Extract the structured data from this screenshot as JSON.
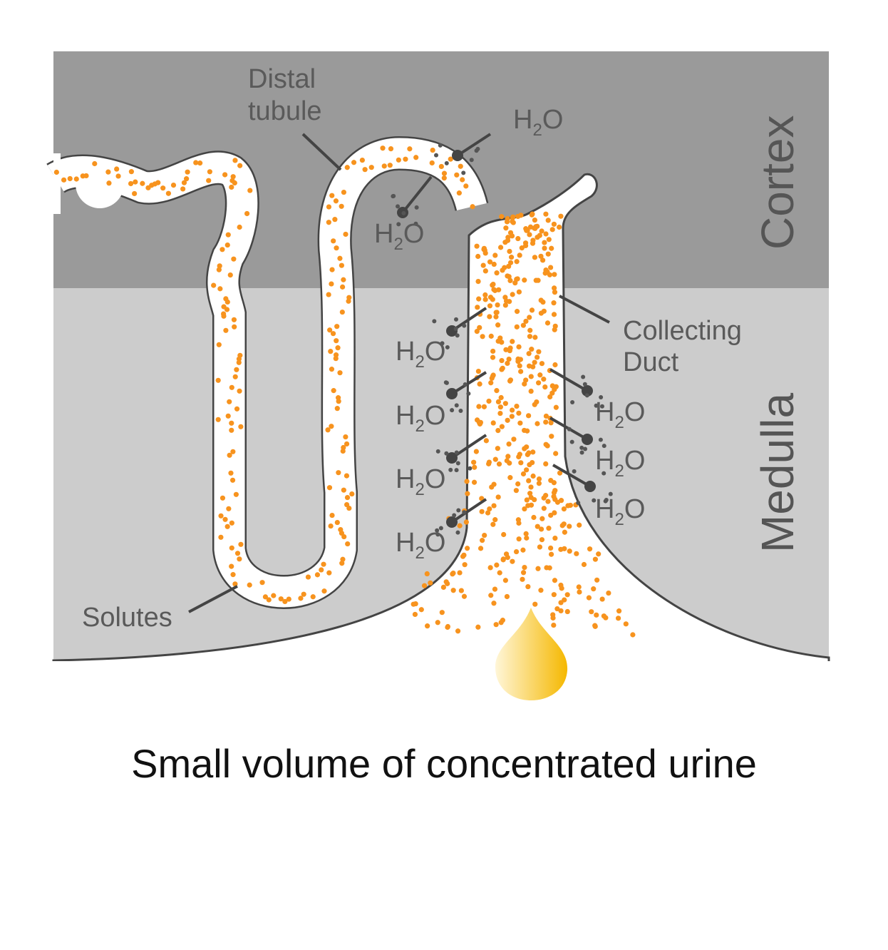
{
  "labels": {
    "distal_tubule_line1": "Distal",
    "distal_tubule_line2": "tubule",
    "collecting_duct_line1": "Collecting",
    "collecting_duct_line2": "Duct",
    "solutes": "Solutes",
    "cortex": "Cortex",
    "medulla": "Medulla"
  },
  "water": {
    "main": "H",
    "sub": "2",
    "end": "O"
  },
  "caption": "Small volume of concentrated urine",
  "colors": {
    "cortex": "#9a9a9a",
    "medulla": "#cccccc",
    "solute": "#f7931e",
    "urine": "#f5b800",
    "outline": "#444444"
  }
}
